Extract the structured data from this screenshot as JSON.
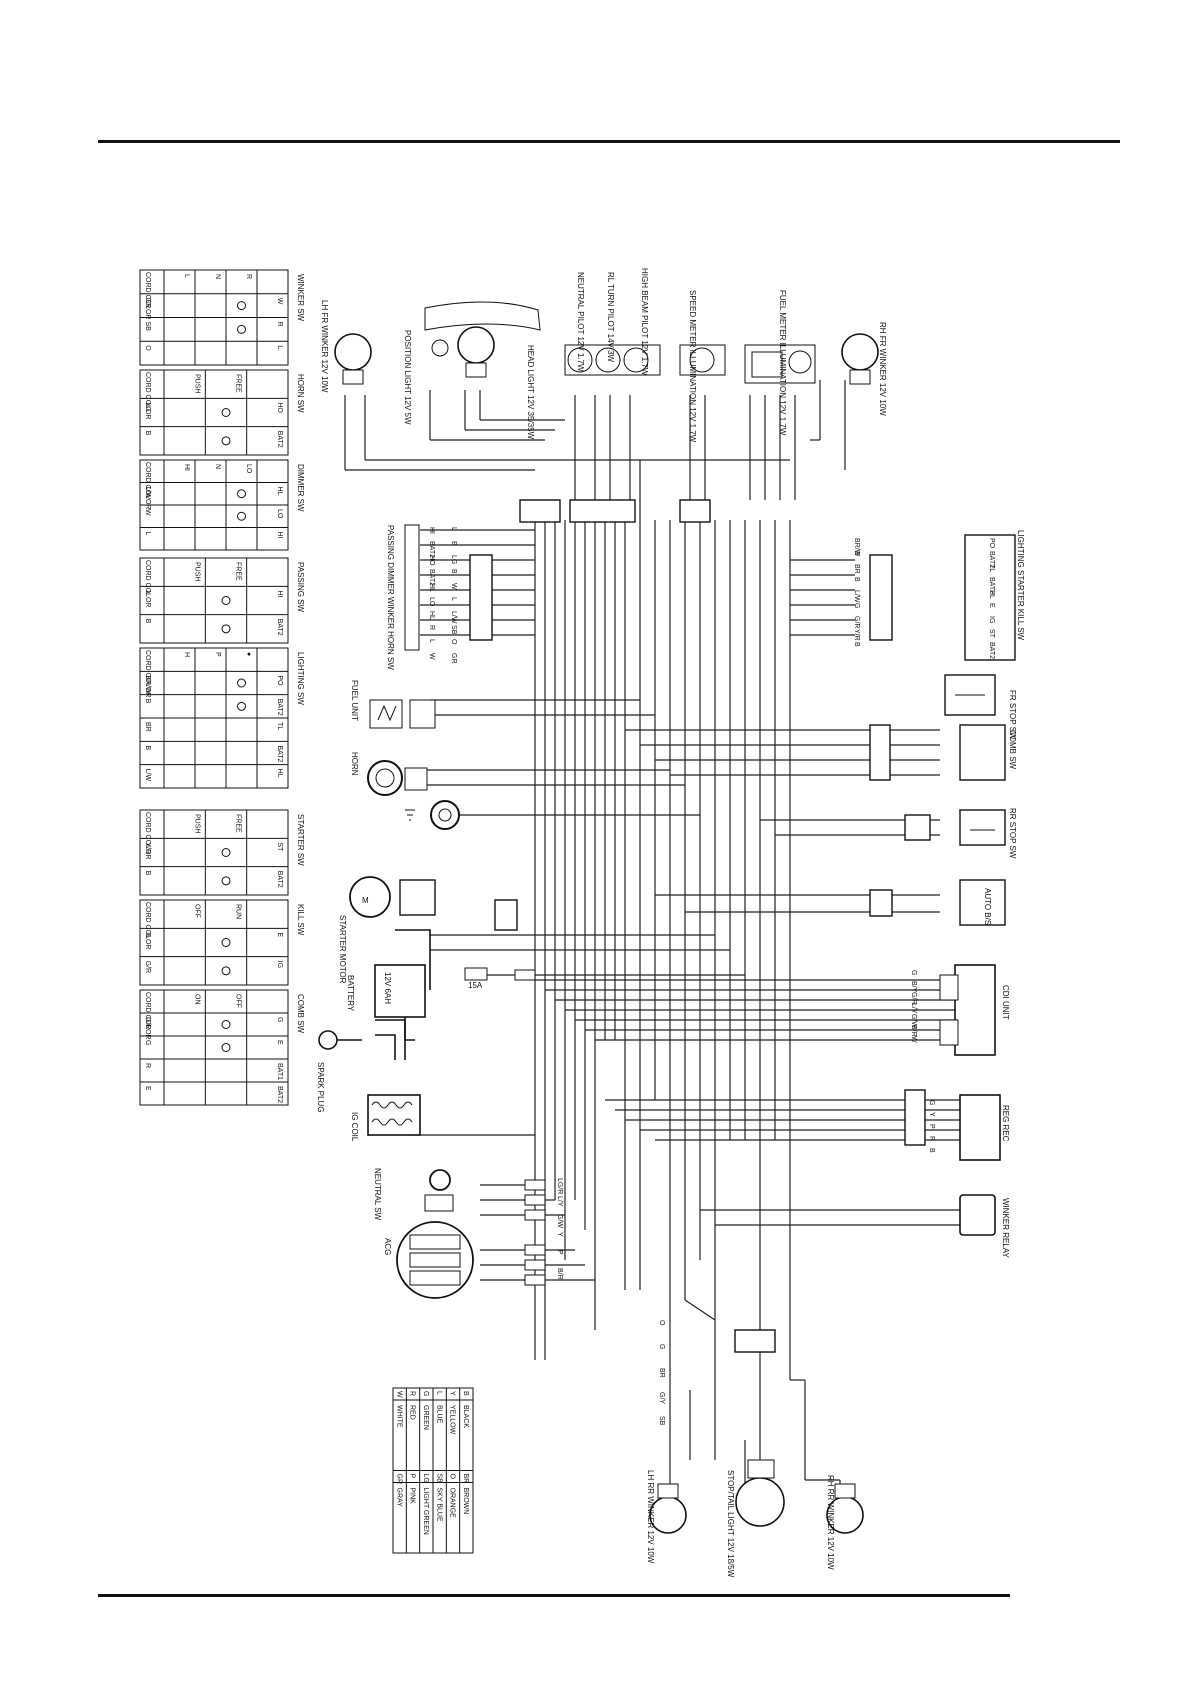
{
  "switch_tables": {
    "winker_sw": {
      "title": "WINKER SW",
      "cols": [
        "W",
        "R",
        "L"
      ],
      "rows": [
        "R",
        "N",
        "L"
      ],
      "cord_color": [
        "GR",
        "SB",
        "O"
      ],
      "cord_label": "CORD COLOR"
    },
    "horn_sw": {
      "title": "HORN SW",
      "cols": [
        "HO",
        "BAT2"
      ],
      "rows": [
        "FREE",
        "PUSH"
      ],
      "cord_color": [
        "LG",
        "B"
      ],
      "cord_label": "CORD COLOR"
    },
    "dimmer_sw": {
      "title": "DIMMER SW",
      "cols": [
        "HL",
        "LO",
        "HI"
      ],
      "rows": [
        "LO",
        "N",
        "HI"
      ],
      "cord_color": [
        "L/W",
        "W",
        "L"
      ],
      "cord_label": "CORD COLOR"
    },
    "passing_sw": {
      "title": "PASSING SW",
      "cols": [
        "HI",
        "BAT2"
      ],
      "rows": [
        "FREE",
        "PUSH"
      ],
      "cord_color": [
        "L",
        "B"
      ],
      "cord_label": "CORD COLOR"
    },
    "lighting_sw": {
      "title": "LIGHTING SW",
      "cols": [
        "PO",
        "BAT2",
        "TL",
        "BAT2",
        "HL"
      ],
      "rows": [
        "●",
        "P",
        "H"
      ],
      "cord_color": [
        "BR/W",
        "B",
        "BR",
        "B",
        "L/W"
      ],
      "cord_label": "CORD COLOR"
    },
    "starter_sw": {
      "title": "STARTER SW",
      "cols": [
        "ST",
        "BAT2"
      ],
      "rows": [
        "FREE",
        "PUSH"
      ],
      "cord_color": [
        "Y/R",
        "B"
      ],
      "cord_label": "CORD COLOR"
    },
    "kill_sw": {
      "title": "KILL SW",
      "cols": [
        "E",
        "IG"
      ],
      "rows": [
        "RUN",
        "OFF"
      ],
      "cord_color": [
        "G",
        "G/R"
      ],
      "cord_label": "CORD COLOR"
    },
    "comb_sw": {
      "title": "COMB SW",
      "cols": [
        "G",
        "E",
        "BAT1",
        "BAT2"
      ],
      "rows": [
        "OFF",
        "ON"
      ],
      "cord_color": [
        "G/R",
        "G",
        "R",
        "E"
      ],
      "cord_label": "CORD COLOR"
    }
  },
  "components": {
    "lh_fr_winker": "LH FR WINKER 12V 10W",
    "position_light": "POSITION LIGHT 12V 5W",
    "head_light": "HEAD LIGHT 12V 35/35W",
    "neutral_pilot": "NEUTRAL PILOT 12V 1.7W",
    "rl_turn_pilot": "RL TURN PILOT 14V 3W",
    "high_beam_pilot": "HIGH BEAM PILOT 12V 1.7W",
    "speed_meter": "SPEED METER ILLUMINATION 12V 1.7W",
    "fuel_meter": "FUEL METER ILLUMINATION 12V 1.7W",
    "rh_fr_winker": "RH FR WINKER 12V 10W",
    "handle_sw": "PASSING DIMMER WINKER HORN SW",
    "lighting_starter_kill_sw": "LIGHTING STARTER KILL SW",
    "fuel_unit": "FUEL UNIT",
    "horn": "HORN",
    "fr_stop_sw": "FR STOP SW",
    "comb_sw": "COMB SW",
    "rr_stop_sw": "RR STOP SW",
    "starter_motor": "STARTER MOTOR",
    "auto_bs": "AUTO B/S",
    "battery": "BATTERY",
    "battery_rating": "12V 6AH",
    "fuse": "15A",
    "cdi_unit": "CDI UNIT",
    "spark_plug": "SPARK PLUG",
    "ig_coil": "IG COIL",
    "reg_rec": "REG REC",
    "neutral_sw": "NEUTRAL SW",
    "winker_relay": "WINKER RELAY",
    "acg": "ACG",
    "lh_rr_winker": "LH RR WINKER 12V 10W",
    "stop_tail_light": "STOP/TAIL LIGHT 12V 18/5W",
    "rh_rr_winker": "RH RR WINKER 12V 10W"
  },
  "color_legend": [
    {
      "code": "B",
      "name": "BLACK"
    },
    {
      "code": "BR",
      "name": "BROWN"
    },
    {
      "code": "Y",
      "name": "YELLOW"
    },
    {
      "code": "O",
      "name": "ORANGE"
    },
    {
      "code": "L",
      "name": "BLUE"
    },
    {
      "code": "SB",
      "name": "SKY BLUE"
    },
    {
      "code": "G",
      "name": "GREEN"
    },
    {
      "code": "LG",
      "name": "LIGHT GREEN"
    },
    {
      "code": "R",
      "name": "RED"
    },
    {
      "code": "P",
      "name": "PINK"
    },
    {
      "code": "W",
      "name": "WHITE"
    },
    {
      "code": "GR",
      "name": "GRAY"
    }
  ],
  "wire_labels": {
    "handle_connector": [
      "L",
      "B",
      "LG",
      "B",
      "W",
      "L",
      "L/W",
      "SB",
      "O",
      "GR"
    ],
    "handle_pins": [
      "HI",
      "BAT2",
      "HO",
      "BAT2",
      "HL",
      "LO",
      "HL",
      "R",
      "L",
      "W"
    ],
    "lsk_connector": [
      "BR/W",
      "B",
      "BR",
      "B",
      "L/W",
      "G",
      "G/R",
      "Y/R",
      "B"
    ],
    "lsk_pins": [
      "PO",
      "BAT2",
      "TL",
      "BAT2",
      "HL",
      "E",
      "IG",
      "ST",
      "BAT2"
    ],
    "cdi_wires": [
      "G",
      "B/Y",
      "G/R",
      "L/Y",
      "G/W",
      "B/R",
      "W"
    ],
    "reg_wires": [
      "G",
      "Y",
      "P",
      "R",
      "B"
    ],
    "acg_wires": [
      "LG/R",
      "L/Y",
      "G/W",
      "Y",
      "P",
      "B/R"
    ],
    "rear_wires": [
      "O",
      "G",
      "BR",
      "G/Y",
      "SB"
    ]
  }
}
